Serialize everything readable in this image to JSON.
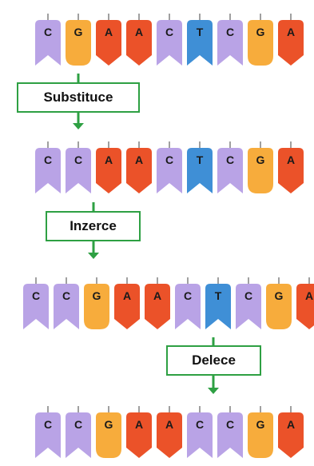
{
  "colors": {
    "C": "#b9a3e6",
    "G": "#f7ac3c",
    "A": "#eb5229",
    "T": "#3f8fd6",
    "arrow": "#2ea043",
    "stem": "#888888",
    "letter": "#1a1a1a"
  },
  "rows": [
    {
      "bases": [
        "C",
        "G",
        "A",
        "A",
        "C",
        "T",
        "C",
        "G",
        "A"
      ]
    },
    {
      "bases": [
        "C",
        "C",
        "A",
        "A",
        "C",
        "T",
        "C",
        "G",
        "A"
      ]
    },
    {
      "bases": [
        "C",
        "C",
        "G",
        "A",
        "A",
        "C",
        "T",
        "C",
        "G",
        "A"
      ]
    },
    {
      "bases": [
        "C",
        "C",
        "G",
        "A",
        "A",
        "C",
        "C",
        "G",
        "A"
      ]
    }
  ],
  "steps": [
    {
      "label": "Substituce"
    },
    {
      "label": "Inzerce"
    },
    {
      "label": "Delece"
    }
  ]
}
